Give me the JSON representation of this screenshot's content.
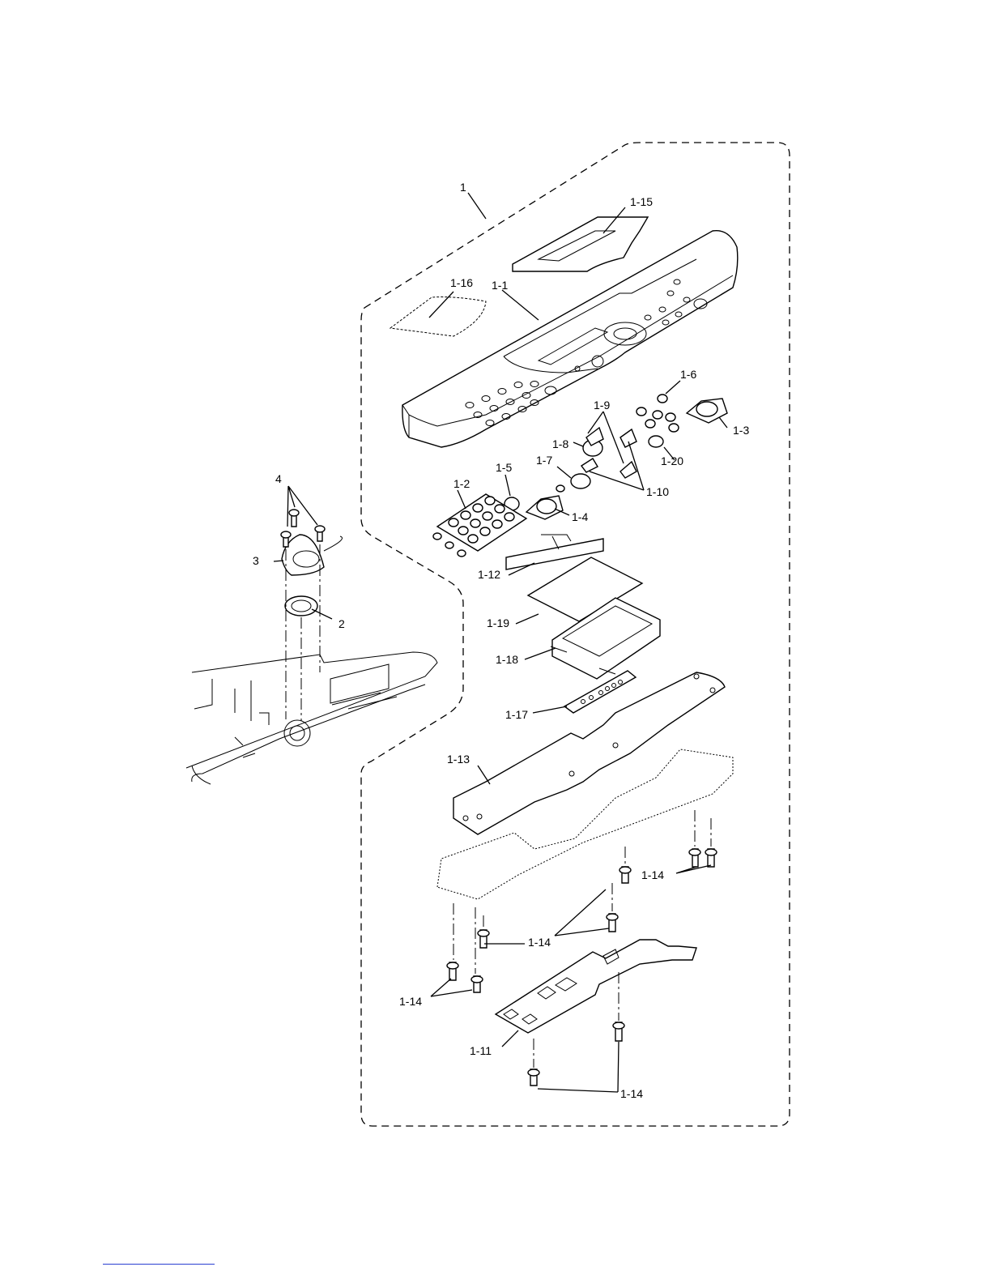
{
  "callouts": {
    "c1": "1",
    "c1_15": "1-15",
    "c1_16": "1-16",
    "c1_1": "1-1",
    "c1_6": "1-6",
    "c1_9": "1-9",
    "c1_3": "1-3",
    "c1_8": "1-8",
    "c1_20": "1-20",
    "c1_7": "1-7",
    "c1_5": "1-5",
    "c1_2": "1-2",
    "c1_10": "1-10",
    "c1_4": "1-4",
    "c4": "4",
    "c3": "3",
    "c2": "2",
    "c1_12": "1-12",
    "c1_19": "1-19",
    "c1_18": "1-18",
    "c1_17": "1-17",
    "c1_13": "1-13",
    "c1_14_a": "1-14",
    "c1_14_b": "1-14",
    "c1_14_c": "1-14",
    "c1_14_d": "1-14",
    "c1_11": "1-11"
  },
  "colors": {
    "line": "#000000",
    "background": "#ffffff",
    "footer_rule": "#2b3fd1"
  }
}
